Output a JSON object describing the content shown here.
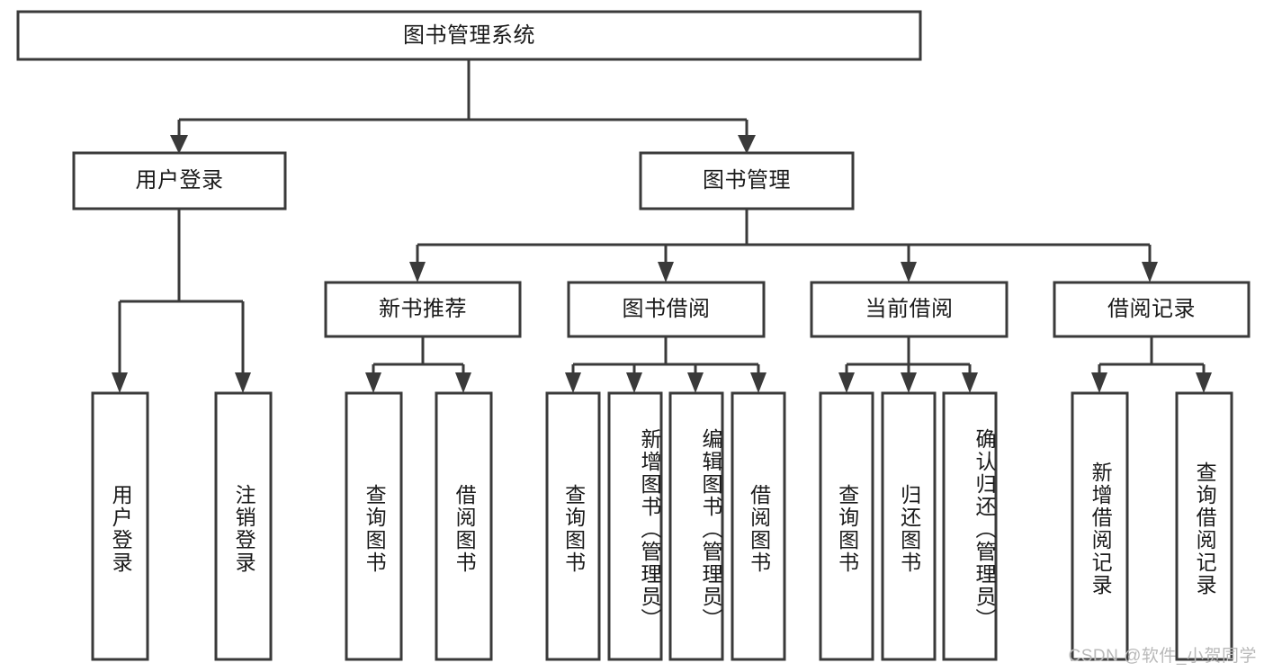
{
  "diagram": {
    "type": "tree",
    "title": "图书管理系统",
    "watermark": "CSDN @软件_小贺同学",
    "colors": {
      "box_stroke": "#3a3a3a",
      "box_fill": "#ffffff",
      "text": "#1a1a1a",
      "background": "#ffffff",
      "watermark": "#b9b9b9"
    },
    "nodes": {
      "root": {
        "label": "图书管理系统",
        "orientation": "horizontal"
      },
      "l2": [
        {
          "id": "user-login",
          "label": "用户登录",
          "orientation": "horizontal"
        },
        {
          "id": "book-manage",
          "label": "图书管理",
          "orientation": "horizontal"
        }
      ],
      "l3": [
        {
          "id": "new-book-rec",
          "label": "新书推荐",
          "orientation": "horizontal"
        },
        {
          "id": "book-borrow",
          "label": "图书借阅",
          "orientation": "horizontal"
        },
        {
          "id": "current-borrow",
          "label": "当前借阅",
          "orientation": "horizontal"
        },
        {
          "id": "borrow-record",
          "label": "借阅记录",
          "orientation": "horizontal"
        }
      ],
      "leaves": [
        {
          "id": "leaf-user-login",
          "label": "用户登录",
          "parent": "user-login",
          "orientation": "vertical"
        },
        {
          "id": "leaf-logout-login",
          "label": "注销登录",
          "parent": "user-login",
          "orientation": "vertical"
        },
        {
          "id": "leaf-query-book-1",
          "label": "查询图书",
          "parent": "new-book-rec",
          "orientation": "vertical"
        },
        {
          "id": "leaf-borrow-book-1",
          "label": "借阅图书",
          "parent": "new-book-rec",
          "orientation": "vertical"
        },
        {
          "id": "leaf-query-book-2",
          "label": "查询图书",
          "parent": "book-borrow",
          "orientation": "vertical"
        },
        {
          "id": "leaf-add-book",
          "label": "新增图书（管理员）",
          "parent": "book-borrow",
          "orientation": "vertical"
        },
        {
          "id": "leaf-edit-book",
          "label": "编辑图书（管理员）",
          "parent": "book-borrow",
          "orientation": "vertical"
        },
        {
          "id": "leaf-borrow-book-2",
          "label": "借阅图书",
          "parent": "book-borrow",
          "orientation": "vertical"
        },
        {
          "id": "leaf-query-book-3",
          "label": "查询图书",
          "parent": "current-borrow",
          "orientation": "vertical"
        },
        {
          "id": "leaf-return-book",
          "label": "归还图书",
          "parent": "current-borrow",
          "orientation": "vertical"
        },
        {
          "id": "leaf-confirm-return",
          "label": "确认归还（管理员）",
          "parent": "current-borrow",
          "orientation": "vertical"
        },
        {
          "id": "leaf-add-record",
          "label": "新增借阅记录",
          "parent": "borrow-record",
          "orientation": "vertical"
        },
        {
          "id": "leaf-query-record",
          "label": "查询借阅记录",
          "parent": "borrow-record",
          "orientation": "vertical"
        }
      ]
    }
  }
}
